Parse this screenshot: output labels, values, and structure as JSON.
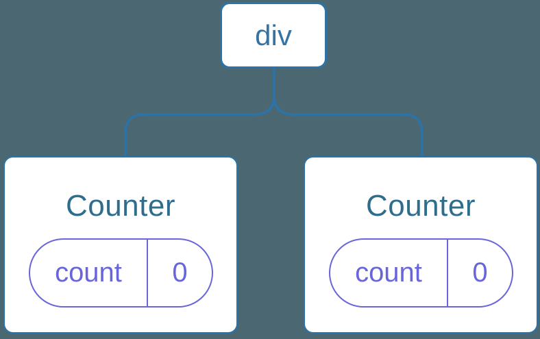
{
  "diagram": {
    "type": "component-tree",
    "root": {
      "label": "div"
    },
    "children": [
      {
        "title": "Counter",
        "state": {
          "key": "count",
          "value": "0"
        }
      },
      {
        "title": "Counter",
        "state": {
          "key": "count",
          "value": "0"
        }
      }
    ]
  },
  "colors": {
    "bg": "#4b6872",
    "line": "#2b73a8",
    "node-text": "#3473a3",
    "title-text": "#2f6d8c",
    "pill": "#6965da",
    "card-bg": "#ffffff"
  }
}
